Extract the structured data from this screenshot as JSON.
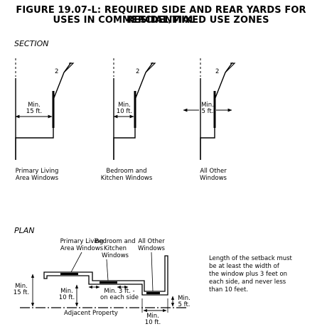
{
  "title": {
    "line1": "FIGURE 19.07-L: REQUIRED SIDE AND REAR YARDS FOR RESIDENTIAL",
    "line2": "USES IN COMMERCIAL/MIXED USE ZONES"
  },
  "section": {
    "heading": "SECTION",
    "slope_label": "2",
    "captions": [
      [
        "Primary Living",
        "Area Windows"
      ],
      [
        "Bedroom and",
        "Kitchen Windows"
      ],
      [
        "All Other",
        "Windows"
      ]
    ],
    "dims": [
      [
        "Min.",
        "15 ft."
      ],
      [
        "Min.",
        "10 ft."
      ],
      [
        "Min.",
        "5 ft."
      ]
    ]
  },
  "plan": {
    "heading": "PLAN",
    "captions": [
      [
        "Primary Living",
        "Area Windows"
      ],
      [
        "Bedroom and",
        "Kitchen",
        "Windows"
      ],
      [
        "All Other",
        "Windows"
      ]
    ],
    "dim_15": [
      "Min.",
      "15 ft."
    ],
    "dim_10": [
      "Min.",
      "10 ft."
    ],
    "dim_3": [
      "Min. 3 ft. -",
      "on each side"
    ],
    "dim_5": [
      "Min.",
      "5 ft."
    ],
    "dim_10b": [
      "Min.",
      "10 ft."
    ],
    "property_label": "Adjacent Property",
    "note": [
      "Length of the setback must",
      "be at least the width of",
      "the window plus 3 feet on",
      "each side, and never less",
      "than 10 feet."
    ]
  }
}
